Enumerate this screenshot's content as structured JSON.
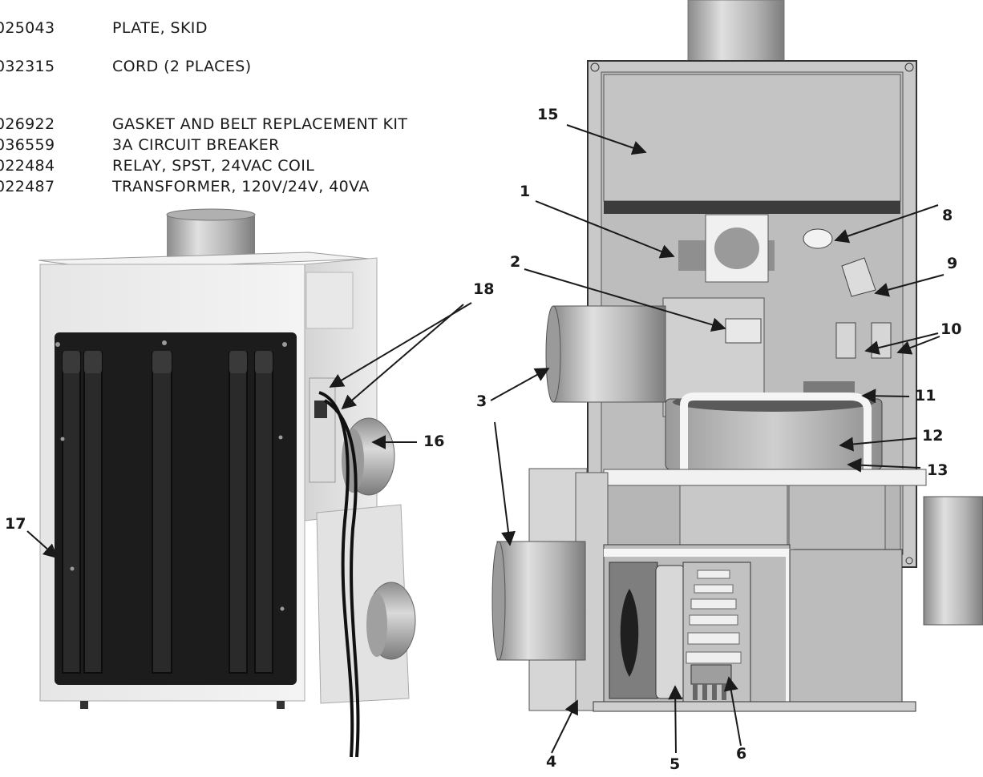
{
  "parts": [
    {
      "num": "025043",
      "desc": "PLATE, SKID"
    },
    {
      "num": "032315",
      "desc": "CORD (2 PLACES)"
    },
    {
      "num": "026922",
      "desc": "GASKET AND BELT REPLACEMENT KIT"
    },
    {
      "num": "036559",
      "desc": "3A CIRCUIT BREAKER"
    },
    {
      "num": "022484",
      "desc": "RELAY, SPST, 24VAC COIL"
    },
    {
      "num": "022487",
      "desc": "TRANSFORMER, 120V/24V, 40VA"
    }
  ],
  "callouts": {
    "c1": "1",
    "c2": "2",
    "c3": "3",
    "c4": "4",
    "c5": "5",
    "c6": "6",
    "c8": "8",
    "c9": "9",
    "c10": "10",
    "c11": "11",
    "c12": "12",
    "c13": "13",
    "c15": "15",
    "c16": "16",
    "c17": "17",
    "c18": "18"
  }
}
